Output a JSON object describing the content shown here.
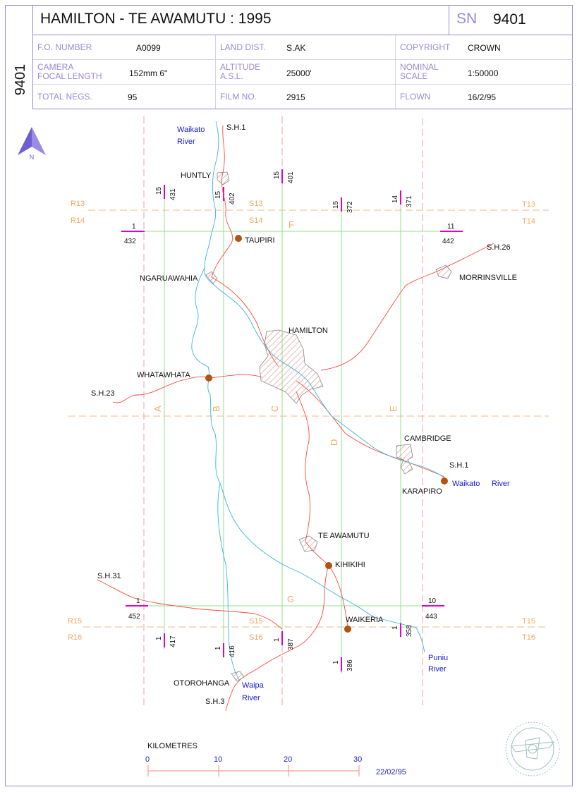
{
  "sheet": {
    "side_number": "9401",
    "title": "HAMILTON - TE AWAMUTU : 1995",
    "sn_label": "SN",
    "sn_value": "9401"
  },
  "info": {
    "row1": [
      {
        "label": "F.O. NUMBER",
        "value": "A0099"
      },
      {
        "label": "LAND DIST.",
        "value": "S.AK"
      },
      {
        "label": "COPYRIGHT",
        "value": "CROWN"
      }
    ],
    "row2": [
      {
        "label1": "CAMERA",
        "label2": "FOCAL LENGTH",
        "value": "152mm  6\""
      },
      {
        "label1": "ALTITUDE",
        "label2": "A.S.L.",
        "value": "25000'"
      },
      {
        "label1": "NOMINAL",
        "label2": "SCALE",
        "value": "1:50000"
      }
    ],
    "row3": [
      {
        "label": "TOTAL NEGS.",
        "value": "95"
      },
      {
        "label": "FILM NO.",
        "value": "2915"
      },
      {
        "label": "FLOWN",
        "value": "16/2/95"
      }
    ]
  },
  "north": {
    "label": "N"
  },
  "towns": {
    "huntly": "HUNTLY",
    "taupiri": "TAUPIRI",
    "ngaruawahia": "NGARUAWAHIA",
    "morrinsville": "MORRINSVILLE",
    "hamilton": "HAMILTON",
    "whatawhata": "WHATAWHATA",
    "cambridge": "CAMBRIDGE",
    "karapiro": "KARAPIRO",
    "te_awamutu": "TE AWAMUTU",
    "kihikihi": "KIHIKIHI",
    "waikeria": "WAIKERIA",
    "otorohanga": "OTOROHANGA"
  },
  "rivers": {
    "waikato_top_1": "Waikato",
    "waikato_top_2": "River",
    "waikato_right_1": "Waikato",
    "waikato_right_2": "River",
    "waipa_1": "Waipa",
    "waipa_2": "River",
    "puniu_1": "Puniu",
    "puniu_2": "River"
  },
  "highways": {
    "sh1_top": "S.H.1",
    "sh26": "S.H.26",
    "sh23": "S.H.23",
    "sh1_right": "S.H.1",
    "sh31": "S.H.31",
    "sh3": "S.H.3"
  },
  "grid_rows": {
    "r13": "R13",
    "s13": "S13",
    "t13": "T13",
    "r14": "R14",
    "s14": "S14",
    "t14": "T14",
    "r15": "R15",
    "s15": "S15",
    "t15": "T15",
    "r16": "R16",
    "s16": "S16",
    "t16": "T16"
  },
  "run_letters": {
    "a": "A",
    "b": "B",
    "c": "C",
    "d": "D",
    "e": "E",
    "f": "F",
    "g": "G"
  },
  "frame_numbers": {
    "top_15_431": "15",
    "top_431": "431",
    "top_15_402": "15",
    "top_402": "402",
    "top_15_401": "15",
    "top_401": "401",
    "top_15_372": "15",
    "top_372": "372",
    "top_14_371": "14",
    "top_371": "371",
    "f_start_top": "1",
    "f_start_bot": "432",
    "f_end_top": "11",
    "f_end_bot": "442",
    "g_start_top": "1",
    "g_start_bot": "452",
    "g_end_top": "10",
    "g_end_bot": "443",
    "bot_1_417": "1",
    "bot_417": "417",
    "bot_1_416": "1",
    "bot_416": "416",
    "bot_1_387": "1",
    "bot_387": "387",
    "bot_1_386": "1",
    "bot_386": "386",
    "bot_1_358": "1",
    "bot_358": "358"
  },
  "scale": {
    "title": "KILOMETRES",
    "ticks": [
      "0",
      "10",
      "20",
      "30"
    ],
    "date": "22/02/95"
  },
  "colors": {
    "frame": "#9b8ad6",
    "grid_row": "#f3b88a",
    "run_line": "#8fe08f",
    "road": "#ff4a3a",
    "river": "#3cb4e0",
    "town_dot": "#b5520f",
    "river_text": "#1a1acc",
    "run_marker": "#e000c8"
  }
}
